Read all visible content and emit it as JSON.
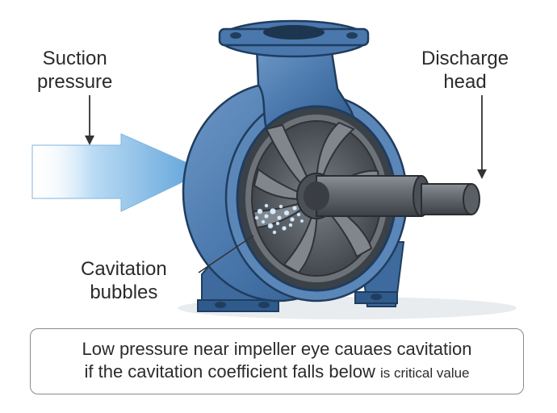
{
  "labels": {
    "suction_line1": "Suction",
    "suction_line2": "pressure",
    "discharge_line1": "Discharge",
    "discharge_line2": "head",
    "cavitation_line1": "Cavitation",
    "cavitation_line2": "bubbles"
  },
  "caption": {
    "line1": "Low pressure near impeller eye cauaes cavitation",
    "line2_main": "if the cavitation coefficient falls below",
    "line2_small": "is critical value"
  },
  "colors": {
    "casing": "#4a78ad",
    "casing_dark": "#2f5a8c",
    "flow": "#8ec3ec",
    "impeller": "#5c6168",
    "shaft": "#555b62",
    "bubbles": "#cfe3f5"
  }
}
